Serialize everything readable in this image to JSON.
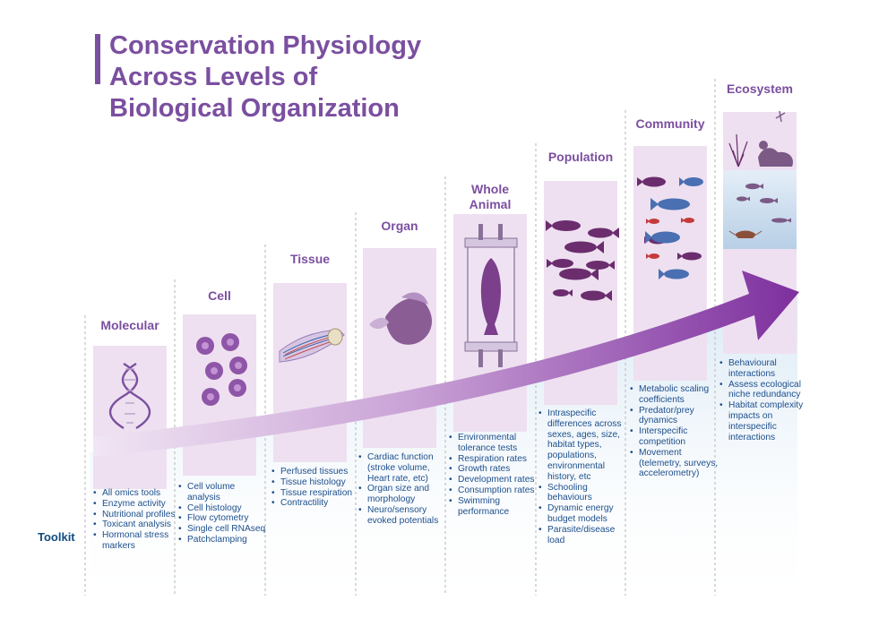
{
  "title": {
    "line1": "Conservation Physiology",
    "line2": "Across Levels of",
    "line3": "Biological Organization"
  },
  "toolkit_label": "Toolkit",
  "colors": {
    "title": "#7b4fa0",
    "panel": "#eee0f0",
    "arrow": "#8a3fa8",
    "text": "#1d4f8c",
    "dots": "#c5c5c5"
  },
  "levels": [
    {
      "name": "Molecular",
      "icon": "dna-double-helix-icon",
      "tools": [
        "All omics tools",
        "Enzyme activity",
        "Nutritional profiles",
        "Toxicant analysis",
        "Hormonal stress markers"
      ]
    },
    {
      "name": "Cell",
      "icon": "cells-icon",
      "tools": [
        "Cell volume analysis",
        "Cell histology",
        "Flow cytometry",
        "Single cell RNAseq",
        "Patchclamping"
      ]
    },
    {
      "name": "Tissue",
      "icon": "muscle-tissue-icon",
      "tools": [
        "Perfused tissues",
        "Tissue histology",
        "Tissue respiration",
        "Contractility"
      ]
    },
    {
      "name": "Organ",
      "icon": "fish-heart-organ-icon",
      "tools": [
        "Cardiac function (stroke volume, Heart rate, etc)",
        "Organ size and morphology",
        "Neuro/sensory evoked potentials"
      ]
    },
    {
      "name": "Whole Animal",
      "icon": "fish-in-respirometer-icon",
      "tools": [
        "Environmental tolerance tests",
        "Respiration rates",
        "Growth rates",
        "Development rates",
        "Consumption rates",
        "Swimming performance"
      ]
    },
    {
      "name": "Population",
      "icon": "fish-school-icon",
      "tools": [
        "Intraspecific differences across sexes, ages, size, habitat types, populations, environmental history, etc",
        "Schooling behaviours",
        "Dynamic energy budget models",
        "Parasite/disease load"
      ]
    },
    {
      "name": "Community",
      "icon": "mixed-fish-community-icon",
      "tools": [
        "Metabolic scaling coefficients",
        "Predator/prey dynamics",
        "Interspecific competition",
        "Movement (telemetry, surveys, accelerometry)"
      ]
    },
    {
      "name": "Ecosystem",
      "icon": "wetland-ecosystem-icon",
      "tools": [
        "Behavioural interactions",
        "Assess ecological niche redundancy",
        "Habitat complexity impacts on interspecific interactions"
      ]
    }
  ]
}
